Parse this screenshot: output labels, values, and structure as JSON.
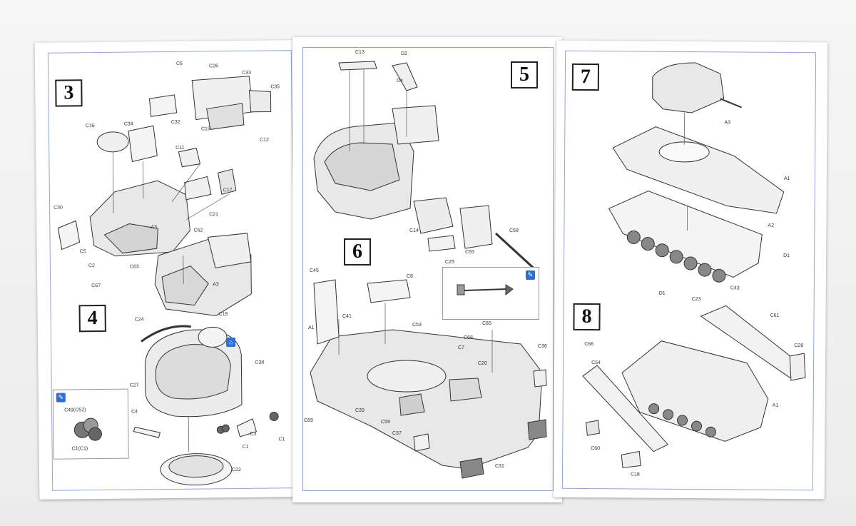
{
  "steps": {
    "s3": "3",
    "s4": "4",
    "s5": "5",
    "s6": "6",
    "s7": "7",
    "s8": "8"
  },
  "labels_left": {
    "C6": "C6",
    "C26": "C26",
    "C33": "C33",
    "C35": "C35",
    "C16": "C16",
    "C34": "C34",
    "C32": "C32",
    "C19": "C19",
    "C12": "C12",
    "C11": "C11",
    "C17": "C17",
    "C21": "C21",
    "C30": "C30",
    "A3a": "A3",
    "C62": "C62",
    "C5": "C5",
    "C2": "C2",
    "C63": "C63",
    "C67": "C67",
    "A3b": "A3",
    "C15": "C15",
    "C24": "C24",
    "C38": "C38",
    "C27": "C27",
    "C4": "C4",
    "C3": "C3",
    "C1a": "C1",
    "C1b": "C1",
    "C22": "C22",
    "C49": "C49(C52)",
    "C1C1": "C1(C1)"
  },
  "labels_mid": {
    "C13": "C13",
    "D2": "D2",
    "D4": "D4",
    "C14": "C14",
    "C55": "C55",
    "C25": "C25",
    "C58": "C58",
    "C45": "C45",
    "C8": "C8",
    "A1": "A1",
    "C41": "C41",
    "C53": "C53",
    "C65": "C65",
    "C68": "C68",
    "C7": "C7",
    "C20": "C20",
    "C36": "C36",
    "C69": "C69",
    "C39": "C39",
    "C59": "C59",
    "C37": "C37",
    "C31": "C31"
  },
  "labels_right": {
    "A3": "A3",
    "A1a": "A1",
    "A2": "A2",
    "D1a": "D1",
    "D1b": "D1",
    "C23": "C23",
    "C43": "C43",
    "C61": "C61",
    "C28": "C28",
    "C66": "C66",
    "C54": "C54",
    "A1b": "A1",
    "C60": "C60",
    "C18": "C18"
  },
  "colors": {
    "frame": "#8fa7d6",
    "accent": "#2a6fd1"
  },
  "icons": [
    "paint-icon",
    "decal-icon"
  ]
}
